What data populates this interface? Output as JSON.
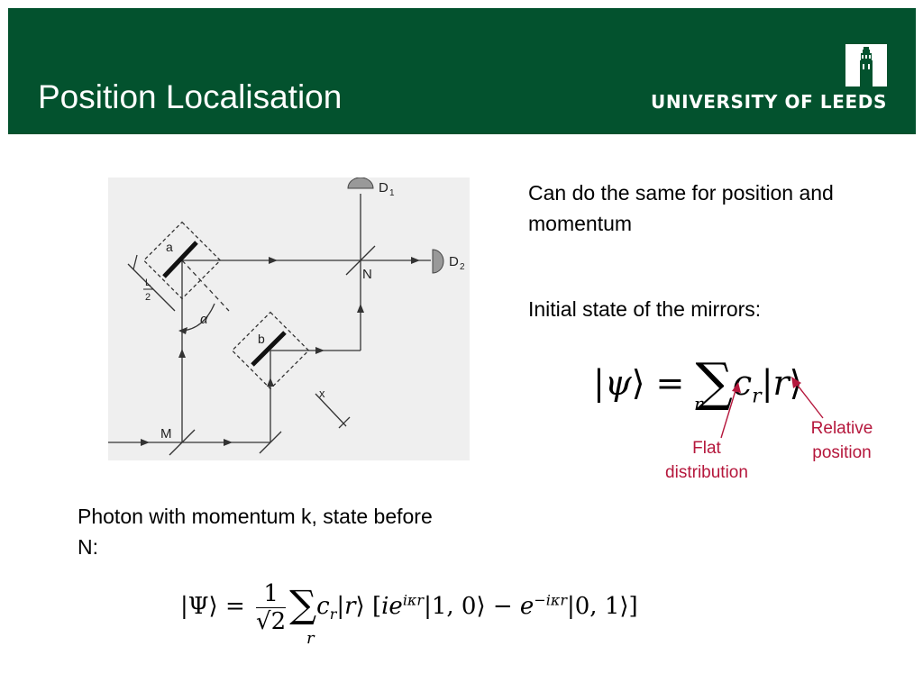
{
  "header": {
    "title": "Position Localisation",
    "logo_text": "UNIVERSITY OF LEEDS"
  },
  "diagram": {
    "labels": {
      "d1": "D",
      "d1_sub": "1",
      "d2": "D",
      "d2_sub": "2",
      "n": "N",
      "a": "a",
      "b": "b",
      "m": "M",
      "x": "x",
      "alpha": "α",
      "l": "L",
      "two": "2"
    }
  },
  "text": {
    "momentum": "Can do the same for position and momentum",
    "initial_state": "Initial state of the mirrors:",
    "photon": "Photon with momentum k, state before N:"
  },
  "annotations": {
    "flat": "Flat distribution",
    "relative": "Relative position"
  },
  "colors": {
    "header_green": "#03522e",
    "annotation_red": "#b5173c"
  }
}
